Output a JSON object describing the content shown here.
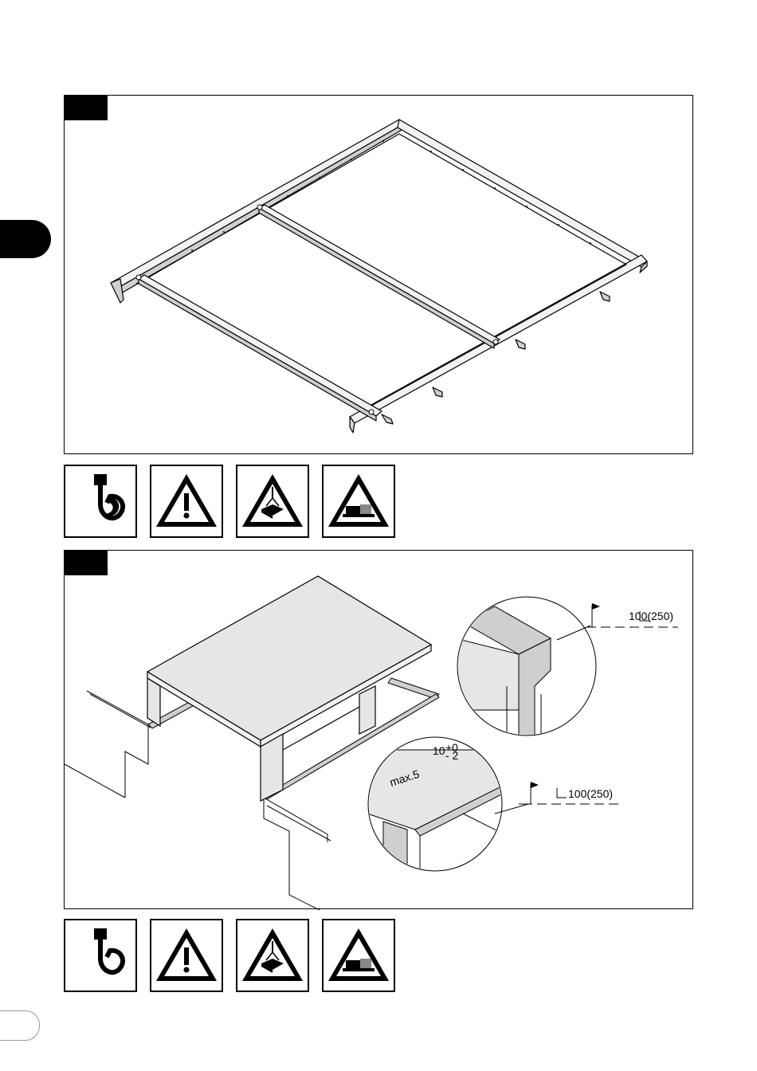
{
  "figure_1": {
    "step_tab": ""
  },
  "figure_2": {
    "step_tab": "",
    "weld_label_upper": "100(250)",
    "weld_label_lower": "100(250)",
    "tolerance_value": "10",
    "tolerance_upper": "+0",
    "tolerance_lower": "- 2",
    "gap_label": "max.5"
  },
  "icon_rows": [
    {
      "icons": [
        "crane-hook-icon",
        "general-warning-icon",
        "suspended-load-warning-icon",
        "crushing-warning-icon"
      ]
    },
    {
      "icons": [
        "crane-hook-icon",
        "general-warning-icon",
        "suspended-load-warning-icon",
        "crushing-warning-icon"
      ]
    }
  ],
  "colors": {
    "ink": "#000000",
    "panel_fill": "#e6e6e6",
    "surface_fill": "#f2f2f2",
    "shade_fill": "#cfcfcf"
  }
}
